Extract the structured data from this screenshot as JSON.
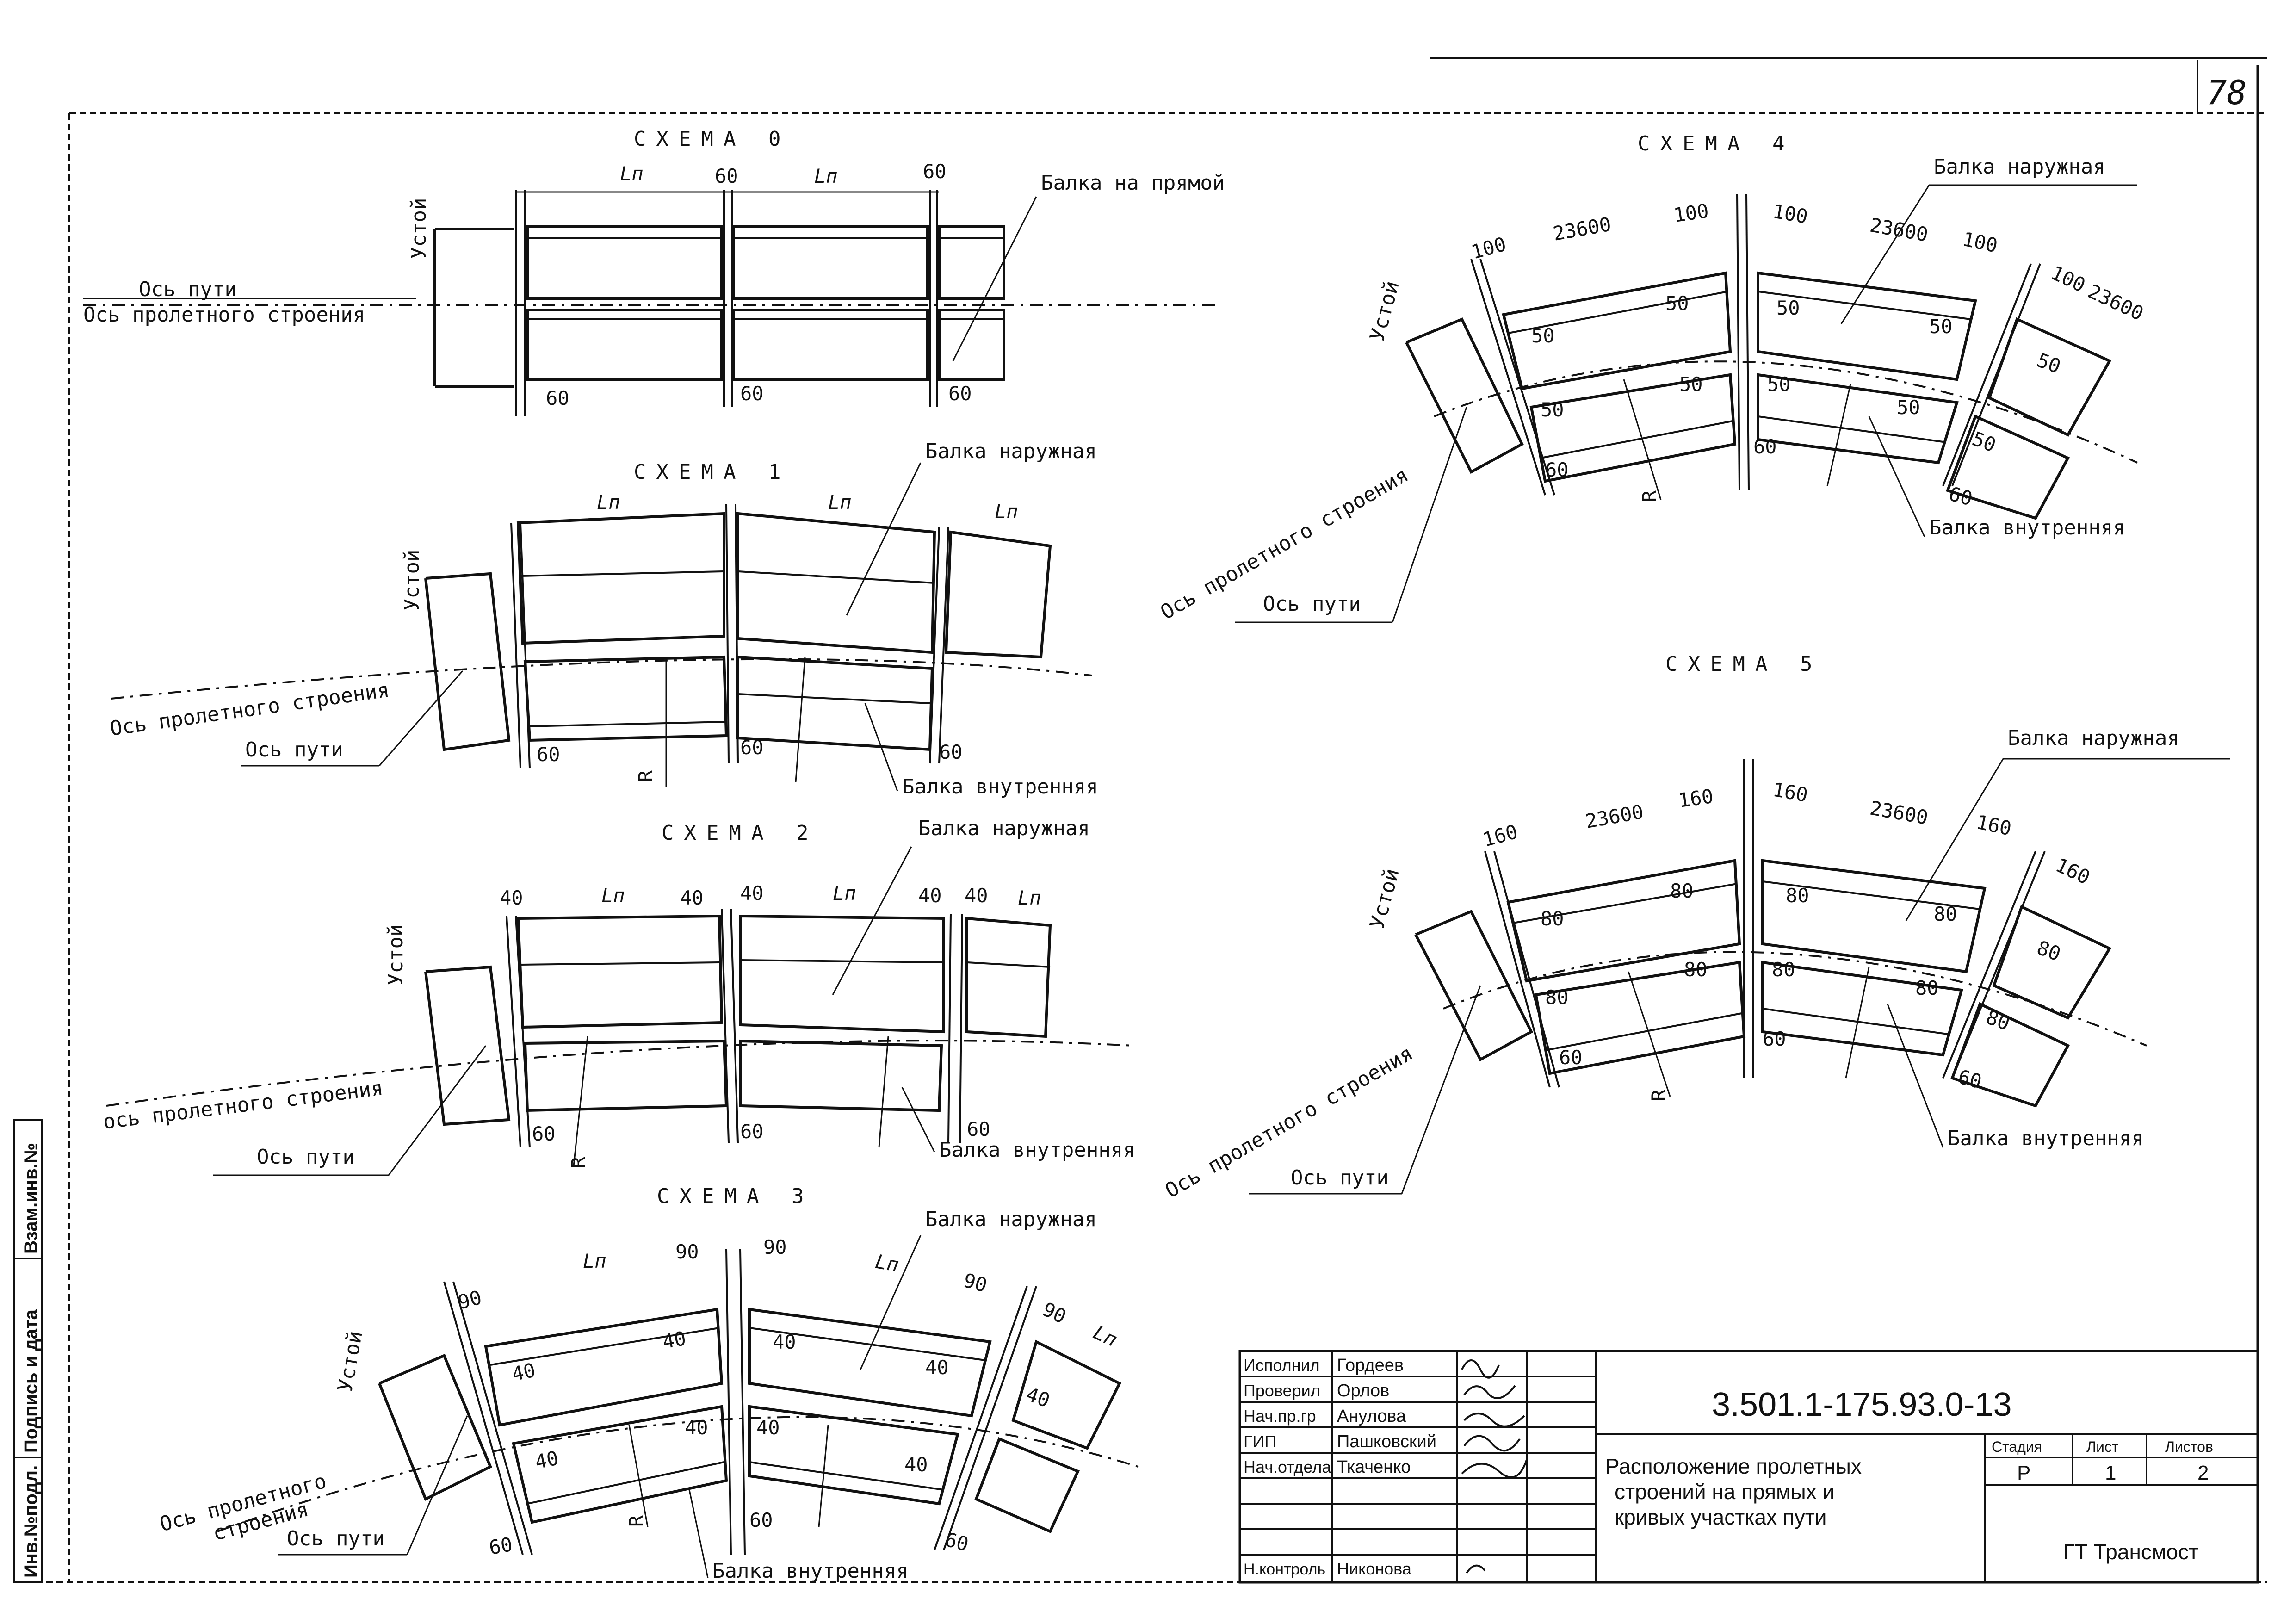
{
  "sheet_number": "78",
  "schemes": [
    {
      "title": "СХЕМА 0",
      "labels": {
        "abutment": "Устой",
        "track_axis": "Ось пути",
        "span_axis": "Ось пролетного строения",
        "outer_beam": "Балка на прямой"
      },
      "dims_top": [
        "Lп",
        "60",
        "Lп",
        "60"
      ],
      "dims_bottom": [
        "60",
        "60",
        "60"
      ]
    },
    {
      "title": "СХЕМА 1",
      "labels": {
        "abutment": "Устой",
        "track_axis": "Ось пути",
        "span_axis": "Ось пролетного строения",
        "outer_beam": "Балка наружная",
        "inner_beam": "Балка внутренняя",
        "radius": "R"
      },
      "dims_top": [
        "Lп",
        "Lп",
        "Lп"
      ],
      "dims_bottom": [
        "60",
        "60",
        "60"
      ]
    },
    {
      "title": "СХЕМА 2",
      "labels": {
        "abutment": "Устой",
        "track_axis": "Ось пути",
        "span_axis": "ось пролетного строения",
        "outer_beam": "Балка наружная",
        "inner_beam": "Балка внутренняя",
        "radius": "R"
      },
      "dims_top": [
        "40",
        "Lп",
        "40",
        "40",
        "Lп",
        "40",
        "40",
        "Lп"
      ],
      "dims_bottom": [
        "60",
        "60",
        "60"
      ]
    },
    {
      "title": "СХЕМА 3",
      "labels": {
        "abutment": "Устой",
        "track_axis": "Ось пути",
        "span_axis_1": "Ось пролетного",
        "span_axis_2": "строения",
        "outer_beam": "Балка наружная",
        "inner_beam": "Балка внутренняя",
        "radius": "R"
      },
      "dims_top": [
        "90",
        "Lп",
        "90",
        "90",
        "Lп",
        "90",
        "90",
        "Lп"
      ],
      "dims_inner": [
        "40",
        "40",
        "40",
        "40",
        "40",
        "40",
        "40",
        "40",
        "40"
      ],
      "dims_bottom": [
        "60",
        "60",
        "60"
      ]
    },
    {
      "title": "СХЕМА 4",
      "labels": {
        "abutment": "Устой",
        "track_axis": "Ось пути",
        "span_axis": "Ось пролетного строения",
        "outer_beam": "Балка наружная",
        "inner_beam": "Балка внутренняя",
        "radius": "R"
      },
      "dims_top": [
        "100",
        "23600",
        "100",
        "100",
        "23600",
        "100",
        "100",
        "23600"
      ],
      "dims_inner": [
        "50",
        "50",
        "50",
        "50",
        "50",
        "50",
        "50",
        "50",
        "50",
        "50"
      ],
      "dims_bottom": [
        "60",
        "60",
        "60"
      ]
    },
    {
      "title": "СХЕМА 5",
      "labels": {
        "abutment": "Устой",
        "track_axis": "Ось пути",
        "span_axis": "Ось пролетного строения",
        "outer_beam": "Балка наружная",
        "inner_beam": "Балка внутренняя",
        "radius": "R"
      },
      "dims_top": [
        "160",
        "23600",
        "160",
        "160",
        "23600",
        "160",
        "160"
      ],
      "dims_inner": [
        "80",
        "80",
        "80",
        "80",
        "80",
        "80",
        "80",
        "80",
        "80",
        "80"
      ],
      "dims_bottom": [
        "60",
        "60",
        "60"
      ]
    }
  ],
  "side_stamp": [
    "Инв.№подл.",
    "Подпись и дата",
    "Взам.инв.№"
  ],
  "title_block": {
    "roles": [
      "Исполнил",
      "Проверил",
      "Нач.пр.гр",
      "ГИП",
      "Нач.отдела",
      "",
      "",
      "Н.контроль"
    ],
    "names": [
      "Гордеев",
      "Орлов",
      "Анулова",
      "Пашковский",
      "Ткаченко",
      "",
      "",
      "Никонова"
    ],
    "code": "3.501.1-175.93.0-13",
    "title_lines": [
      "Расположение пролетных",
      "строений на прямых и",
      "кривых участках пути"
    ],
    "stage_label": "Стадия",
    "sheet_label": "Лист",
    "sheets_label": "Листов",
    "stage": "Р",
    "sheet": "1",
    "sheets": "2",
    "org": "ГТ Трансмост"
  }
}
